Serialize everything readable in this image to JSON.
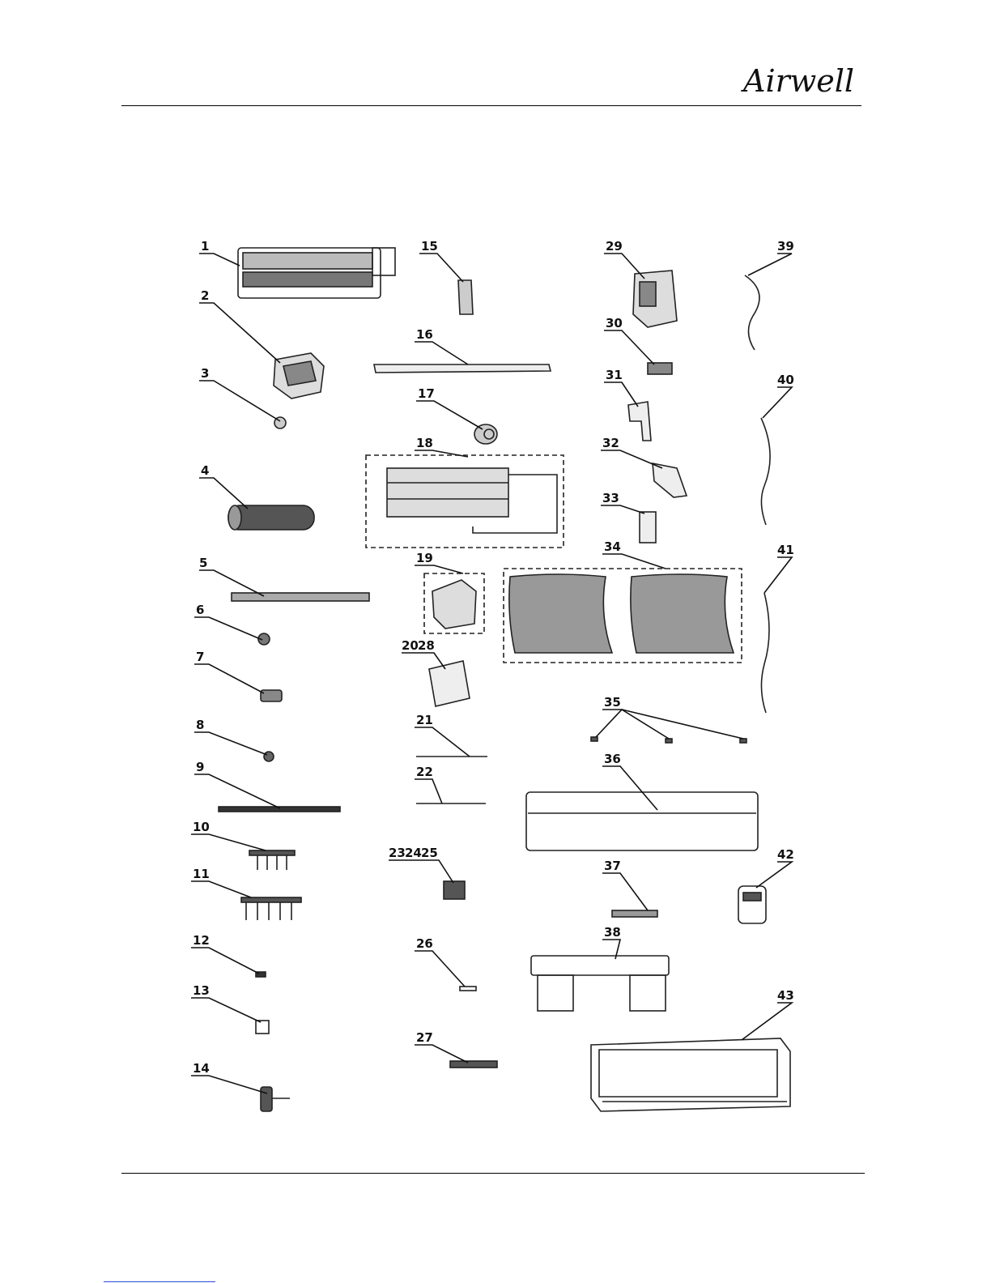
{
  "header": {
    "logo_text": "Airwell"
  },
  "diagram": {
    "callouts": [
      "1",
      "2",
      "3",
      "4",
      "5",
      "6",
      "7",
      "8",
      "9",
      "10",
      "11",
      "12",
      "13",
      "14",
      "15",
      "16",
      "17",
      "18",
      "19",
      "20",
      "28",
      "21",
      "22",
      "23",
      "24",
      "25",
      "26",
      "27",
      "29",
      "30",
      "31",
      "32",
      "33",
      "34",
      "35",
      "36",
      "37",
      "38",
      "39",
      "40",
      "41",
      "42",
      "43"
    ]
  },
  "colors": {
    "ink": "#111111",
    "link_rule": "#2a4bd6"
  }
}
